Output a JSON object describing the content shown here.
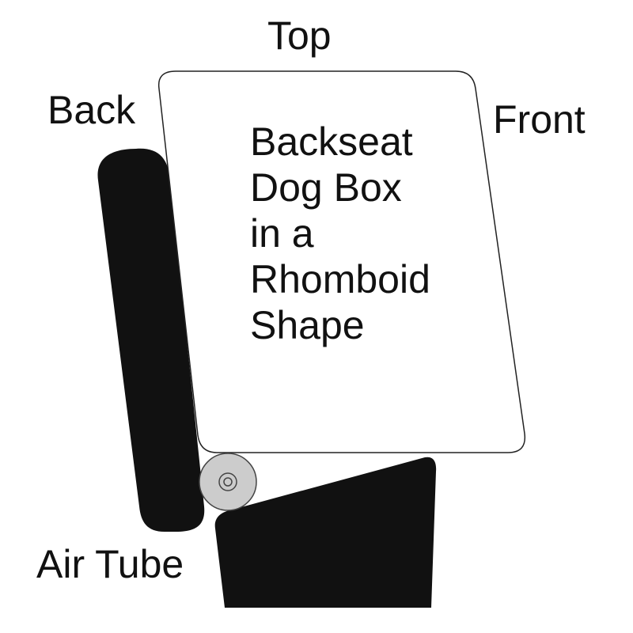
{
  "labels": {
    "top": "Top",
    "back": "Back",
    "front": "Front",
    "air_tube": "Air Tube"
  },
  "dog_box": {
    "lines": [
      "Backseat",
      "Dog Box",
      "in a",
      "Rhomboid",
      "Shape"
    ]
  },
  "colors": {
    "seat": "#111111",
    "box_fill": "#ffffff",
    "box_stroke": "#222222",
    "tube_fill": "#cccccc",
    "tube_stroke": "#444444",
    "text": "#111111"
  }
}
